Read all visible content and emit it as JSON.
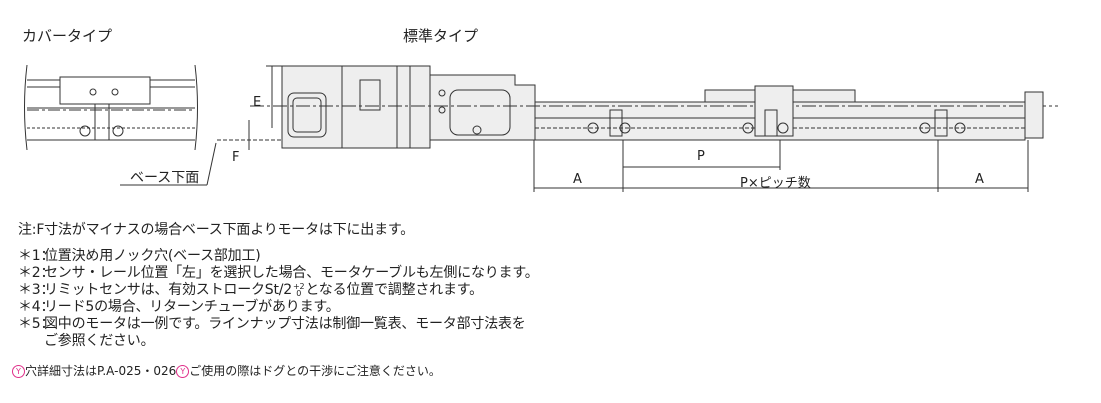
{
  "titles": {
    "cover": "カバータイプ",
    "standard": "標準タイプ"
  },
  "drawing": {
    "dim_E": "E",
    "dim_F": "F",
    "base_label": "ベース下面",
    "dim_P": "P",
    "dim_A_left": "A",
    "dim_pitch": "P×ピッチ数",
    "dim_A_right": "A"
  },
  "notes": {
    "main": "注:F寸法がマイナスの場合ベース下面よりモータは下に出ます。",
    "items": [
      {
        "mark": "＊1：",
        "text": "位置決め用ノック穴(ベース部加工)"
      },
      {
        "mark": "＊2：",
        "text": "センサ・レール位置「左」を選択した場合、モータケーブルも左側になります。"
      },
      {
        "mark": "＊3：",
        "text": "リミットセンサは、有効ストロークSt/2",
        "tol_upper": "+2",
        "tol_lower": "0",
        "text_after": "となる位置で調整されます。"
      },
      {
        "mark": "＊4：",
        "text": "リード5の場合、リターンチューブがあります。"
      },
      {
        "mark": "＊5：",
        "text": "図中のモータは一例です。ラインナップ寸法は制御一覧表、モータ部寸法表を",
        "text2": "ご参照ください。"
      }
    ]
  },
  "footer": {
    "pin_glyph": "Y",
    "text1": "穴詳細寸法はP.A-025・026",
    "text2": "ご使用の際はドグとの干渉にご注意ください。"
  },
  "colors": {
    "accent": "#e0308a",
    "line": "#333333"
  }
}
